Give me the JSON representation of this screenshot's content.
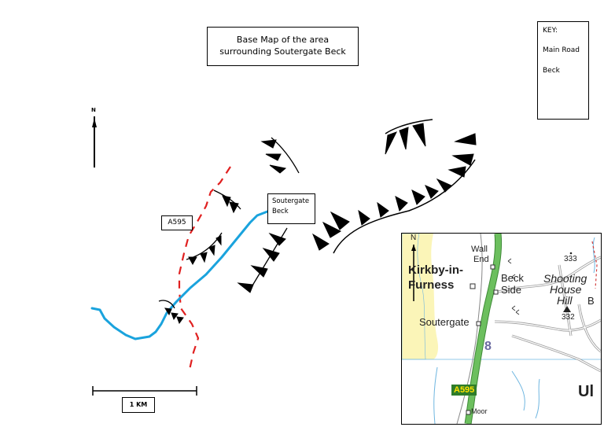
{
  "title": {
    "line1": "Base Map of the area",
    "line2": "surrounding Soutergate Beck"
  },
  "key": {
    "heading": "KEY:",
    "road_label": "Main Road",
    "beck_label": "Beck",
    "colors": {
      "road": "#e02020",
      "beck": "#1aa3dd"
    }
  },
  "labels": {
    "north": "N",
    "road": "A595",
    "beck_line1": "Soutergate",
    "beck_line2": "Beck",
    "scale": "1 KM"
  },
  "inset": {
    "places": {
      "kirkby1": "Kirkby-in-",
      "kirkby2": "Furness",
      "wall1": "Wall",
      "wall2": "End",
      "beck1": "Beck",
      "beck2": "Side",
      "soutergate": "Soutergate",
      "shoot1": "Shooting",
      "shoot2": "House",
      "shoot3": "Hill",
      "moor": "Moor"
    },
    "spot_heights": {
      "h1": "333",
      "h2": "332"
    },
    "grid_number": "8",
    "road_shield": "A595",
    "north": "N",
    "edge_text": "Ul",
    "edge_b": "B",
    "colors": {
      "sand": "#fbf5b8",
      "road": "#6cbf5e",
      "water": "#6fb6e0"
    }
  }
}
